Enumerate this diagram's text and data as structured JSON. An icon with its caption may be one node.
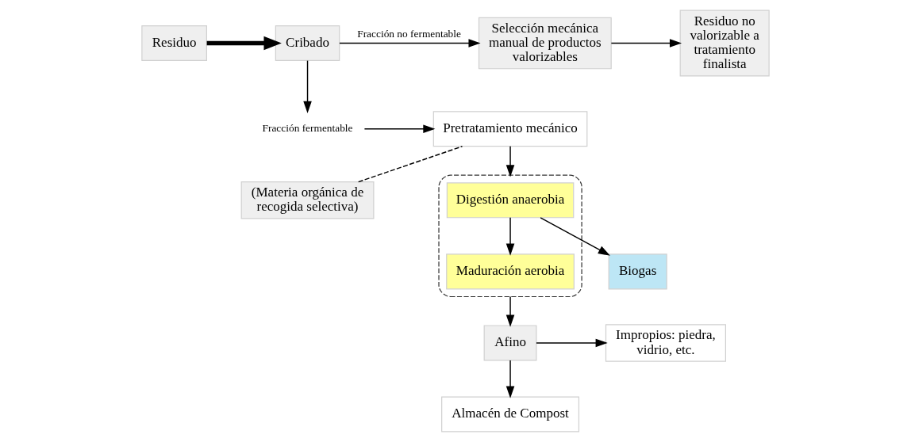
{
  "diagram": {
    "nodes": [
      {
        "text": [
          "Residuo"
        ]
      },
      {
        "text": [
          "Cribado"
        ]
      },
      {
        "text": [
          "Selección mecánica manual de productos valorizables"
        ]
      },
      {
        "text": [
          "Residuo no valorizable a tratamiento finalista"
        ]
      },
      {
        "text": [
          "Fracción fermentable"
        ]
      },
      {
        "text": [
          "Pretratamiento mecánico"
        ]
      },
      {
        "text": [
          "(Materia orgánica de recogida selectiva)"
        ]
      },
      {
        "text": [],
        "shape": "box"
      },
      {
        "text": [
          "Digestión anaerobia"
        ],
        "in": 7
      },
      {
        "text": [
          "Maduración aerobia"
        ],
        "in": 7
      },
      {
        "text": [
          "Biogas"
        ]
      },
      {
        "text": [
          "Afino"
        ]
      },
      {
        "text": [
          "Impropios: piedra, vidrio, etc."
        ]
      },
      {
        "text": [
          "Almacén de Compost"
        ]
      }
    ],
    "edges": [
      {
        "from": 0,
        "to": 1,
        "arrow": "to",
        "style": "thick"
      },
      {
        "from": 1,
        "to": 2,
        "arrow": "to",
        "label": "Fracción no fermentable"
      },
      {
        "from": 2,
        "to": 3,
        "arrow": "to"
      },
      {
        "from": 1,
        "to": 4,
        "arrow": "to"
      },
      {
        "from": 4,
        "to": 5,
        "arrow": "to"
      },
      {
        "from": 6,
        "to": 5,
        "arrow": "none",
        "style": "dashed"
      },
      {
        "from": 5,
        "to": 7,
        "arrow": "to"
      },
      {
        "from": 8,
        "to": 9,
        "arrow": "to"
      },
      {
        "from": 8,
        "to": 10,
        "arrow": "to"
      },
      {
        "from": 7,
        "to": 11,
        "arrow": "to"
      },
      {
        "from": 11,
        "to": 12,
        "arrow": "to"
      },
      {
        "from": 11,
        "to": 13,
        "arrow": "to"
      }
    ]
  }
}
